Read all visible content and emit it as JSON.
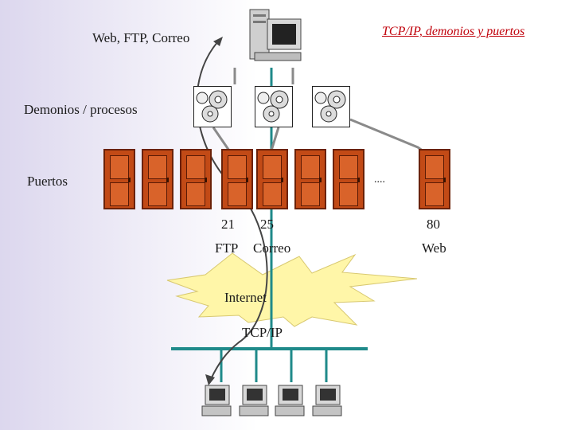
{
  "labels": {
    "services": "Web, FTP, Correo",
    "tcp_daemons": "TCP/IP, demonios y puertos",
    "daemons": "Demonios / procesos",
    "ports": "Puertos",
    "ellipsis": "....",
    "port21": "21",
    "port25": "25",
    "port80": "80",
    "ftp": "FTP",
    "correo": "Correo",
    "web": "Web",
    "internet": "Internet",
    "tcpip": "TCP/IP"
  },
  "colors": {
    "accent_red": "#c0000a",
    "network_teal": "#1f8a8a",
    "arrow_gray": "#8a8a8a",
    "cloud_yellow": "#fff6a8",
    "door_brown": "#c24a16"
  }
}
